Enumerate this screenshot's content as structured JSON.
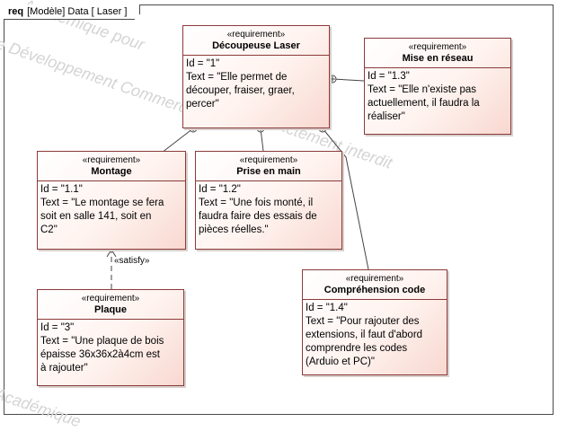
{
  "frame": {
    "kind": "req",
    "title": "[Modèle] Data [ Laser ]"
  },
  "watermark": {
    "line1": "Le Développement Commercial",
    "line2": "Académique pour",
    "line3": "strictement interdit",
    "line4": "Académique"
  },
  "colors": {
    "border": "#8b3a3a",
    "fill_start": "#ffffff",
    "fill_end": "#f8d8d0",
    "line": "#444444"
  },
  "requirements": [
    {
      "stereotype": "«requirement»",
      "name": "Découpeuse Laser",
      "lines": [
        "Id = \"1\"",
        "Text = \"Elle permet de",
        "découper, fraiser, graer,",
        "percer\""
      ]
    },
    {
      "stereotype": "«requirement»",
      "name": "Mise en réseau",
      "lines": [
        "Id = \"1.3\"",
        "Text = \"Elle n'existe pas",
        "actuellement, il faudra la",
        "réaliser\""
      ]
    },
    {
      "stereotype": "«requirement»",
      "name": "Montage",
      "lines": [
        "Id = \"1.1\"",
        "Text = \"Le montage se fera",
        "soit en salle 141, soit en",
        "C2\""
      ]
    },
    {
      "stereotype": "«requirement»",
      "name": "Prise en main",
      "lines": [
        "Id = \"1.2\"",
        "Text = \"Une fois monté, il",
        "faudra faire des essais de",
        "pièces réelles.\""
      ]
    },
    {
      "stereotype": "«requirement»",
      "name": "Compréhension code",
      "lines": [
        "Id = \"1.4\"",
        "Text = \"Pour rajouter des",
        "extensions, il faut d'abord",
        "comprendre les codes",
        "(Arduio et PC)\""
      ]
    },
    {
      "stereotype": "«requirement»",
      "name": "Plaque",
      "lines": [
        "Id = \"3\"",
        "Text = \"Une plaque de bois",
        "épaisse 36x36x2à4cm est",
        "à rajouter\""
      ]
    }
  ],
  "relations": {
    "satisfy_label": "«satisfy»"
  }
}
